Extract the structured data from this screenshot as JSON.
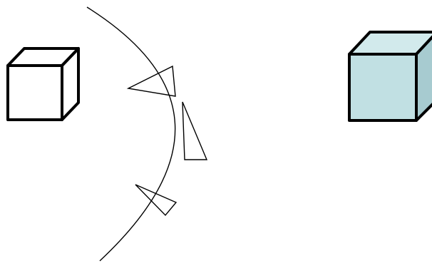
{
  "diagram": {
    "background_color": "#ffffff",
    "stroke_color": "#000000",
    "objects": [
      {
        "id": "cube-left",
        "kind": "cube",
        "style": "outline",
        "face_color": "#ffffff"
      },
      {
        "id": "curved-surface",
        "kind": "arc"
      },
      {
        "id": "camera-top",
        "kind": "viewing-frustum"
      },
      {
        "id": "camera-middle",
        "kind": "viewing-frustum"
      },
      {
        "id": "camera-bottom",
        "kind": "viewing-frustum"
      },
      {
        "id": "cube-right",
        "kind": "cube",
        "style": "filled",
        "face_color": "#c1e0e3"
      }
    ]
  }
}
